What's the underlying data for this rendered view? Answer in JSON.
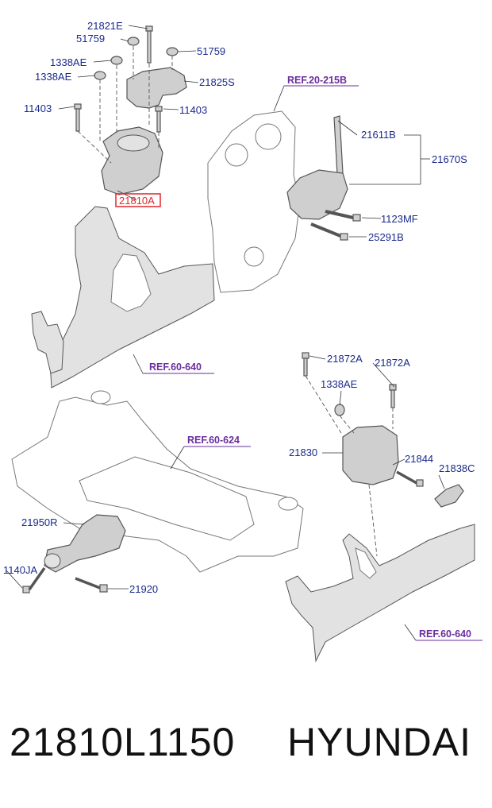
{
  "diagram": {
    "labels": {
      "p21821E": "21821E",
      "p51759a": "51759",
      "p51759b": "51759",
      "p1338AEa": "1338AE",
      "p1338AEb": "1338AE",
      "p21825S": "21825S",
      "p11403a": "11403",
      "p11403b": "11403",
      "p21810A": "21810A",
      "p21611B": "21611B",
      "p21670S": "21670S",
      "p1123MF": "1123MF",
      "p25291B": "25291B",
      "p21872Aa": "21872A",
      "p21872Ab": "21872A",
      "p1338AEc": "1338AE",
      "p21830": "21830",
      "p21844": "21844",
      "p21838C": "21838C",
      "p21950R": "21950R",
      "p1140JA": "1140JA",
      "p21920": "21920"
    },
    "refs": {
      "r20_215B": "REF.20-215B",
      "r60_640a": "REF.60-640",
      "r60_624": "REF.60-624",
      "r60_640b": "REF.60-640"
    },
    "highlight_color": "#e0262a",
    "label_color": "#1a2a8c",
    "ref_color": "#6a2d9e"
  },
  "footer": {
    "part_number": "21810L1150",
    "brand": "HYUNDAI"
  }
}
